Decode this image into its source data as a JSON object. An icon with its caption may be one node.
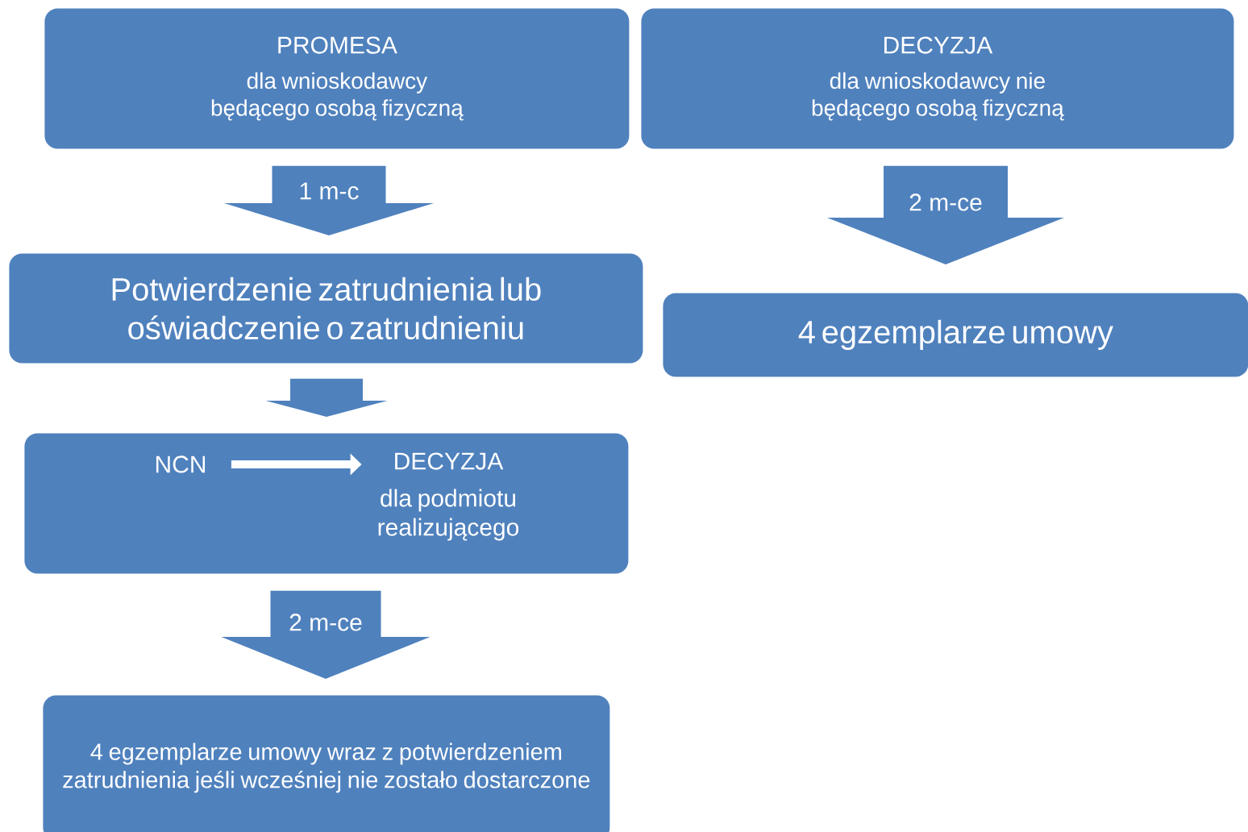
{
  "diagram": {
    "nodes": [
      {
        "text": [
          "PROMESA",
          "dla wnioskodawcy będącego osobą fizyczną"
        ]
      },
      {
        "text": [
          "DECYZJA",
          "dla wnioskodawcy nie będącego osobą fizyczną"
        ]
      },
      {
        "text": [
          "Potwierdzenie zatrudnienia lub oświadczenie o zatrudnieniu"
        ]
      },
      {
        "text": [
          "4 egzemplarze umowy"
        ]
      },
      {
        "text": [],
        "shape": "box"
      },
      {
        "text": [
          "NCN"
        ],
        "in": 4
      },
      {
        "text": [
          "DECYZJA",
          "dla podmiotu realizującego"
        ],
        "in": 4
      },
      {
        "text": [
          "4 egzemplarze umowy wraz z potwierdzeniem zatrudnienia jeśli wcześniej nie zostało dostarczone"
        ]
      }
    ],
    "edges": [
      {
        "from": 0,
        "to": 2,
        "arrow": "to",
        "label": "1 m-c"
      },
      {
        "from": 1,
        "to": 3,
        "arrow": "to",
        "label": "2 m-ce"
      },
      {
        "from": 2,
        "to": 4,
        "arrow": "to"
      },
      {
        "from": 4,
        "to": 7,
        "arrow": "to",
        "label": "2 m-ce"
      },
      {
        "from": 5,
        "to": 6,
        "arrow": "to",
        "color": "#ffffff"
      }
    ]
  }
}
